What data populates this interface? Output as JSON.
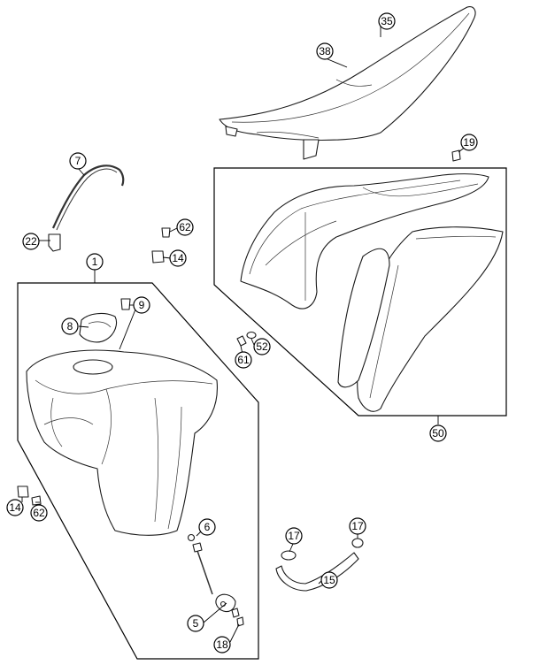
{
  "callouts": {
    "c1": "1",
    "c5": "5",
    "c6": "6",
    "c7": "7",
    "c8": "8",
    "c9": "9",
    "c14a": "14",
    "c14b": "14",
    "c15": "15",
    "c17a": "17",
    "c17b": "17",
    "c18": "18",
    "c19": "19",
    "c22": "22",
    "c35": "35",
    "c38": "38",
    "c50": "50",
    "c52": "52",
    "c61": "61",
    "c62a": "62",
    "c62b": "62"
  }
}
